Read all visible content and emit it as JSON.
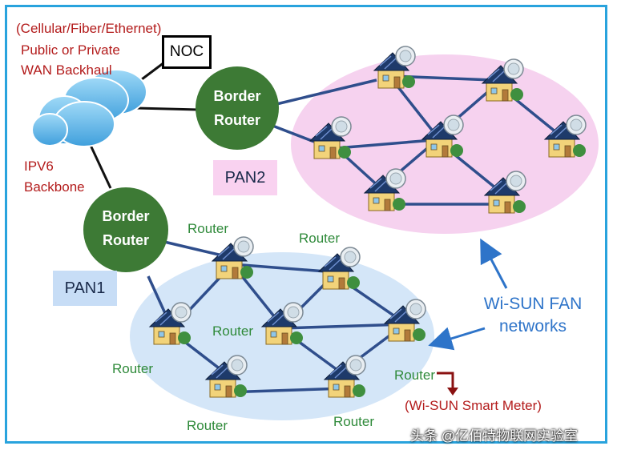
{
  "wan_label": [
    "(Cellular/Fiber/Ethernet)",
    "Public or Private",
    "WAN Backhaul"
  ],
  "noc_label": "NOC",
  "ipv6_label": [
    "IPV6",
    "Backbone"
  ],
  "border_router": [
    "Border",
    "Router"
  ],
  "pan2_label": "PAN2",
  "pan1_label": "PAN1",
  "router_label": "Router",
  "fan_label": [
    "Wi-SUN FAN",
    "networks"
  ],
  "smart_meter_label": "(Wi-SUN Smart Meter)",
  "watermark": "头条 @亿佰特物联网实验室",
  "colors": {
    "frame": "#29a3dd",
    "border_router": "#3d7a35",
    "pan2_ellipse": "#f6d2ef",
    "pan1_ellipse": "#d4e6f8",
    "pan2_box": "#f9d2f0",
    "pan1_box": "#c7ddf6",
    "mesh_link": "#2f4e8c",
    "arrow": "#2e74c9",
    "red_text": "#b31b1b",
    "router_text": "#2f8a3a"
  }
}
